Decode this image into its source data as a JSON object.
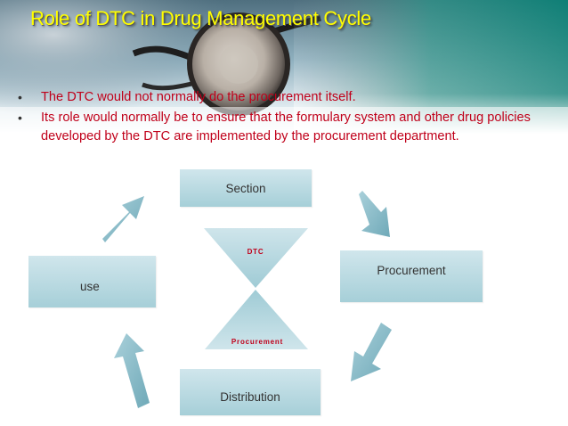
{
  "slide": {
    "title": "Role of DTC in Drug Management Cycle",
    "bullets": [
      "The DTC would not normally do the procurement itself.",
      "Its role would normally be to ensure that the formulary system and other drug policies developed by the DTC are implemented by the procurement department."
    ]
  },
  "diagram": {
    "boxes": {
      "top": "Section",
      "right": "Procurement",
      "bottom": "Distribution",
      "left": "use"
    },
    "center_top_label": "DTC",
    "center_bottom_label": "Procurement"
  },
  "colors": {
    "title": "#ffff00",
    "bullet_text": "#c0001a",
    "box_fill_top": "#d0e6ec",
    "box_fill_bottom": "#a6cfd8",
    "arrow": "#8cbcc8"
  }
}
